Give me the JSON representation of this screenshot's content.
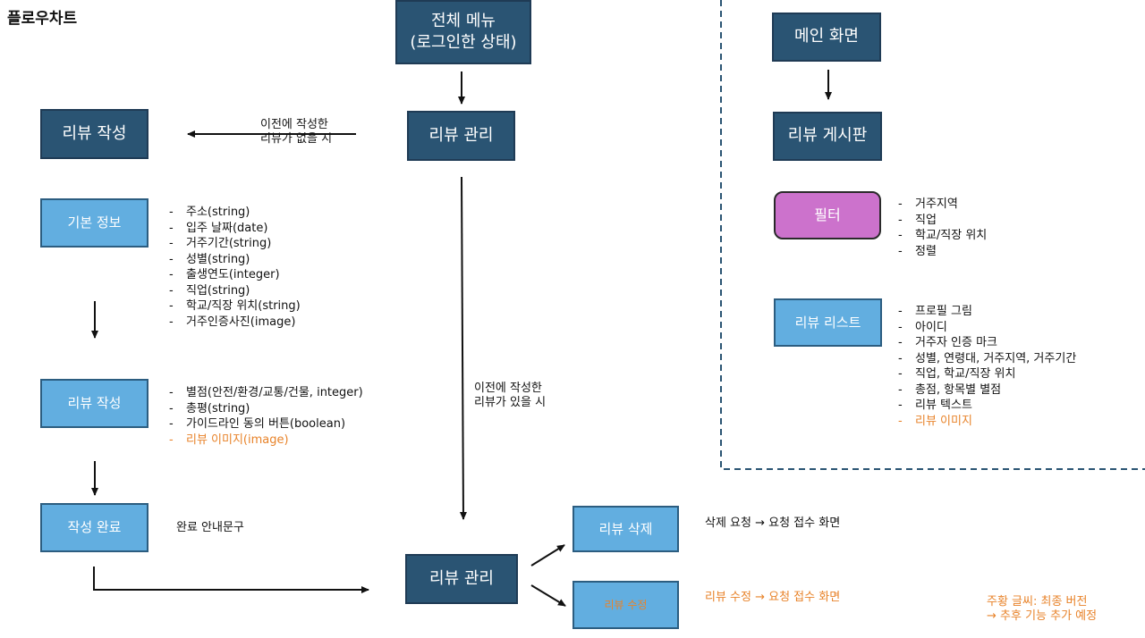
{
  "title": "플로우차트",
  "boxes": {
    "full_menu": "전체 메뉴\n(로그인한 상태)",
    "review_manage_top": "리뷰 관리",
    "review_write_header": "리뷰 작성",
    "basic_info": "기본 정보",
    "review_write": "리뷰 작성",
    "write_done": "작성 완료",
    "review_manage_bottom": "리뷰 관리",
    "review_delete": "리뷰 삭제",
    "review_edit": "리뷰 수정",
    "main_screen": "메인 화면",
    "review_board": "리뷰 게시판",
    "filter": "필터",
    "review_list": "리뷰 리스트"
  },
  "edge_labels": {
    "no_prev_review": "이전에 작성한\n리뷰가 없을 시",
    "has_prev_review": "이전에 작성한\n리뷰가 있을 시"
  },
  "lists": {
    "basic_info": [
      "주소(string)",
      "입주 날짜(date)",
      "거주기간(string)",
      "성별(string)",
      "출생연도(integer)",
      "직업(string)",
      "학교/직장 위치(string)",
      "거주인증사진(image)"
    ],
    "review_write": [
      {
        "text": "별점(안전/환경/교통/건물, integer)",
        "orange": false
      },
      {
        "text": "총평(string)",
        "orange": false
      },
      {
        "text": "가이드라인 동의 버튼(boolean)",
        "orange": false
      },
      {
        "text": "리뷰 이미지(image)",
        "orange": true
      }
    ],
    "filter": [
      "거주지역",
      "직업",
      "학교/직장 위치",
      "정렬"
    ],
    "review_list": [
      {
        "text": "프로필 그림",
        "orange": false
      },
      {
        "text": "아이디",
        "orange": false
      },
      {
        "text": "거주자 인증 마크",
        "orange": false
      },
      {
        "text": "성별, 연령대, 거주지역, 거주기간",
        "orange": false
      },
      {
        "text": "직업, 학교/직장 위치",
        "orange": false
      },
      {
        "text": "총점, 항목별 별점",
        "orange": false
      },
      {
        "text": "리뷰 텍스트",
        "orange": false
      },
      {
        "text": "리뷰 이미지",
        "orange": true
      }
    ]
  },
  "notes": {
    "done_guide": "완료 안내문구",
    "delete_flow": "삭제 요청 → 요청 접수 화면",
    "edit_flow": "리뷰 수정 → 요청 접수 화면",
    "legend_line1": "주황 글씨: 최종 버전",
    "legend_line2": "→ 추후 기능 추가 예정"
  },
  "colors": {
    "dark_box": "#2a5473",
    "light_box": "#62aee0",
    "filter_box": "#cc72cc",
    "orange_text": "#e8832a",
    "dashed_border": "#2a5473"
  }
}
